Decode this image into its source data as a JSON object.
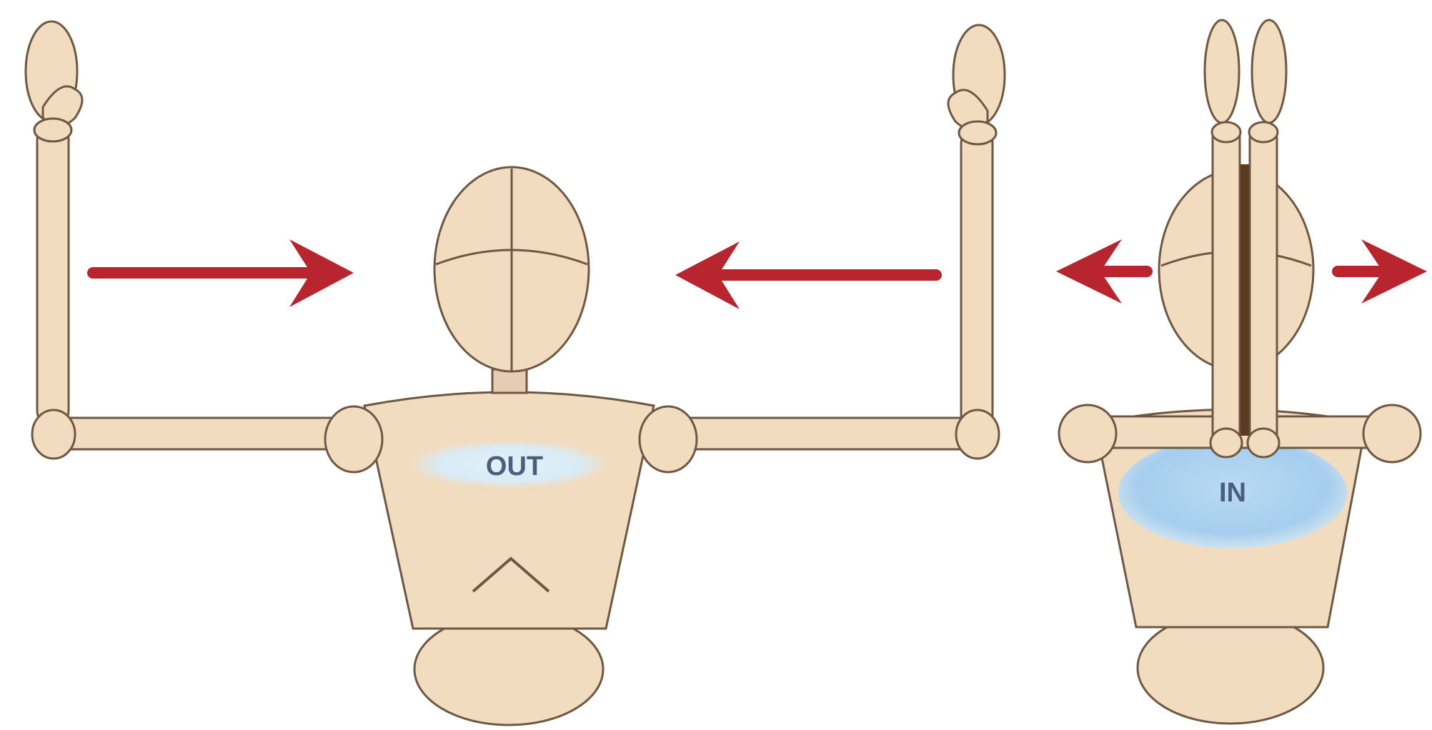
{
  "figure_left": {
    "chest_label": "OUT",
    "arrow_direction": "inward"
  },
  "figure_right": {
    "chest_label": "IN",
    "arrow_direction": "outward"
  },
  "colors": {
    "skin": "#f2dcc0",
    "outline": "#6e5843",
    "arrow": "#b8252e",
    "lung_out": "#dfeef7",
    "lung_in": "#a9d0ee",
    "background": "#ffffff"
  }
}
